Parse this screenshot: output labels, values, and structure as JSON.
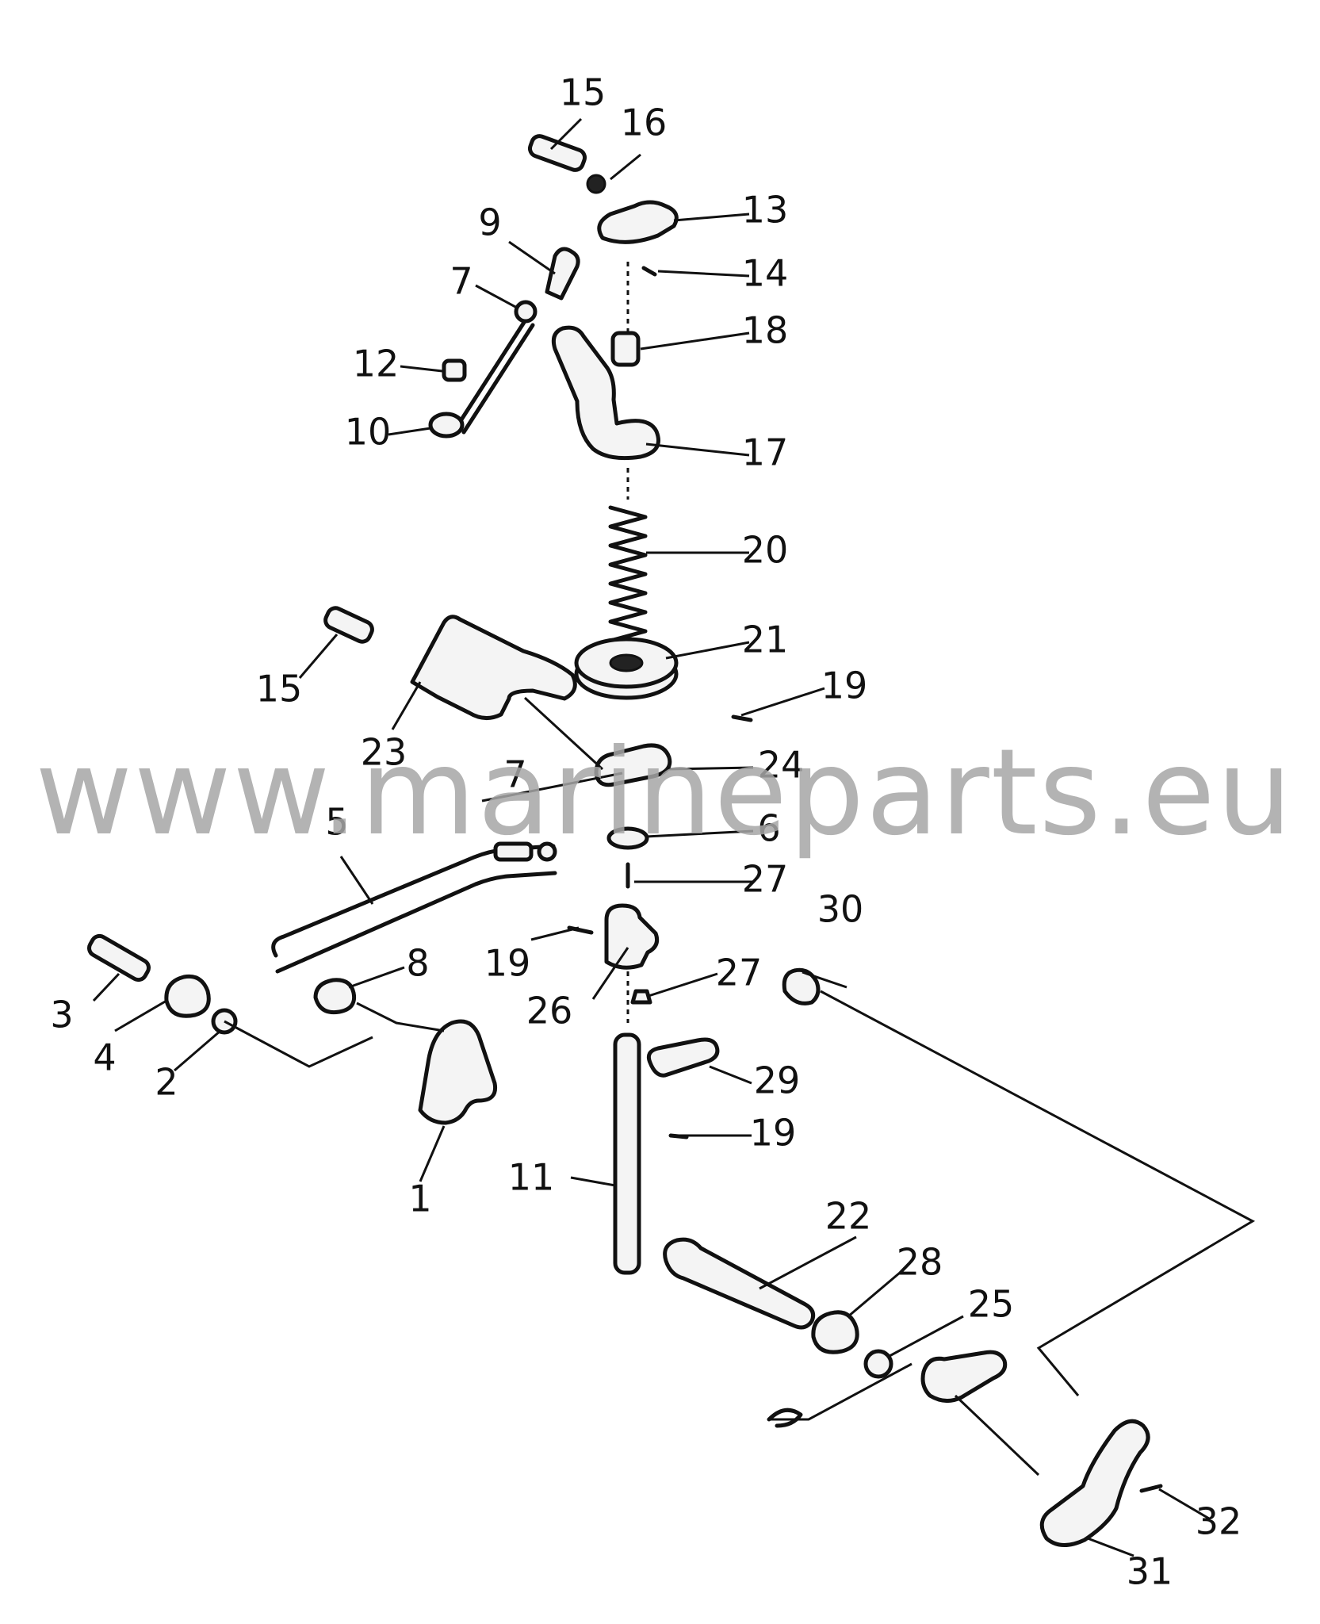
{
  "watermark": "www.marineparts.eu",
  "callouts": {
    "c15a": "15",
    "c16": "16",
    "c13": "13",
    "c14": "14",
    "c9": "9",
    "c7a": "7",
    "c18": "18",
    "c12": "12",
    "c10": "10",
    "c17": "17",
    "c20": "20",
    "c21": "21",
    "c19a": "19",
    "c15b": "15",
    "c23": "23",
    "c24": "24",
    "c7b": "7",
    "c5": "5",
    "c6": "6",
    "c27a": "27",
    "c30": "30",
    "c19b": "19",
    "c26": "26",
    "c27b": "27",
    "c8": "8",
    "c3": "3",
    "c4": "4",
    "c2": "2",
    "c1": "1",
    "c29": "29",
    "c19c": "19",
    "c11": "11",
    "c22": "22",
    "c28": "28",
    "c25": "25",
    "c32": "32",
    "c31": "31"
  }
}
